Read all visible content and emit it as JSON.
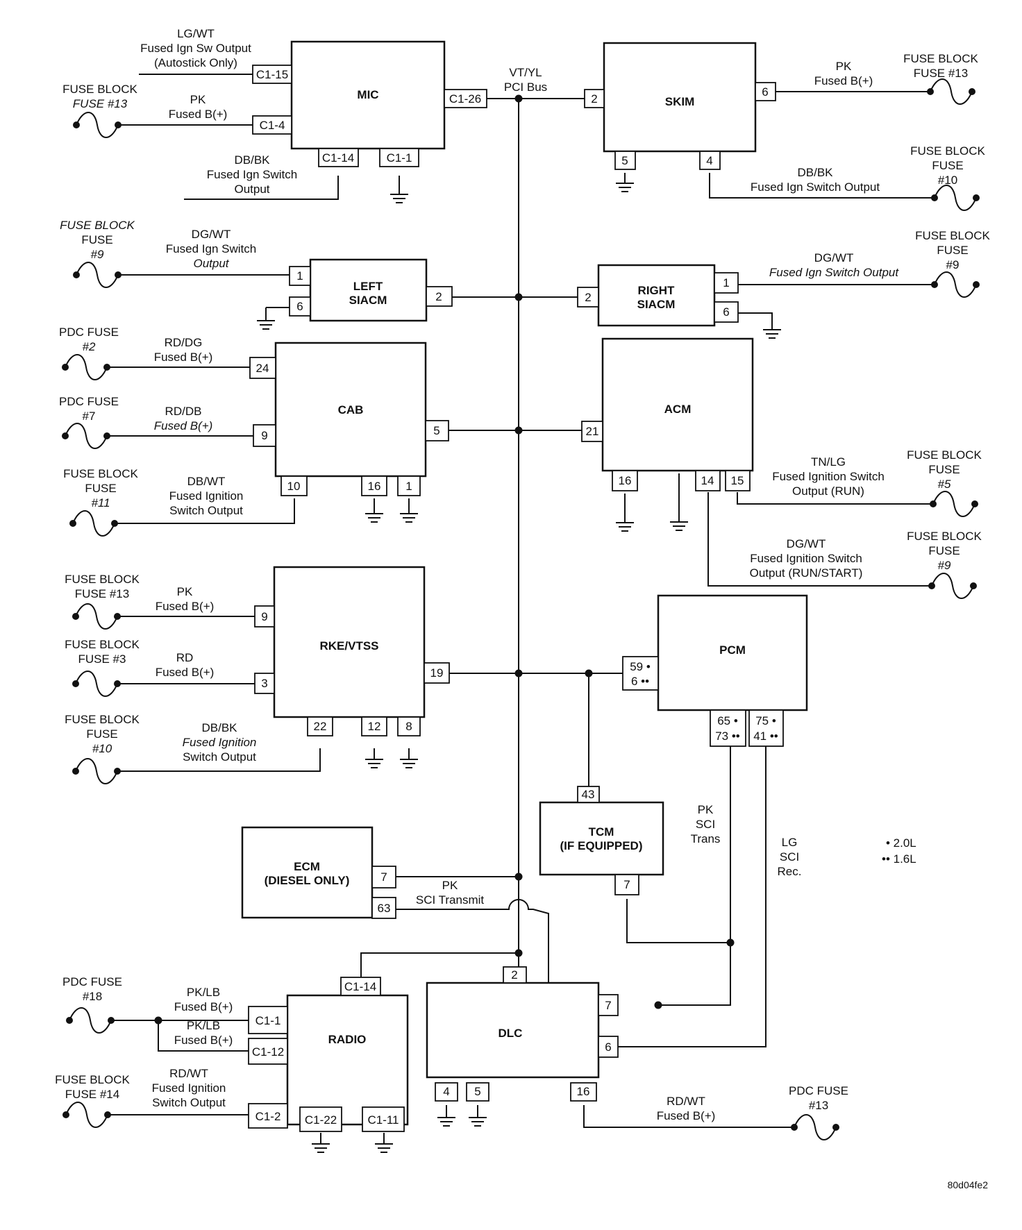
{
  "modules": {
    "mic": "MIC",
    "skim": "SKIM",
    "left_siacm": [
      "LEFT",
      "SIACM"
    ],
    "right_siacm": [
      "RIGHT",
      "SIACM"
    ],
    "cab": "CAB",
    "acm": "ACM",
    "rke": "RKE/VTSS",
    "pcm": "PCM",
    "tcm": [
      "TCM",
      "(IF EQUIPPED)"
    ],
    "ecm": [
      "ECM",
      "(DIESEL ONLY)"
    ],
    "radio": "RADIO",
    "dlc": "DLC"
  },
  "bus_label": [
    "VT/YL",
    "PCI Bus"
  ],
  "pins": {
    "mic": [
      "C1-15",
      "C1-4",
      "C1-26",
      "C1-14",
      "C1-1"
    ],
    "skim": [
      "2",
      "6",
      "5",
      "4"
    ],
    "left_siacm": [
      "1",
      "6",
      "2"
    ],
    "right_siacm": [
      "2",
      "1",
      "6"
    ],
    "cab": [
      "24",
      "9",
      "5",
      "10",
      "16",
      "1"
    ],
    "acm": [
      "21",
      "16",
      "14",
      "15"
    ],
    "rke": [
      "9",
      "3",
      "19",
      "22",
      "12",
      "8"
    ],
    "pcm": [
      "59 •",
      "6 ••",
      "65 •",
      "73 ••",
      "75 •",
      "41 ••"
    ],
    "tcm": [
      "43",
      "7"
    ],
    "ecm": [
      "7",
      "63"
    ],
    "radio": [
      "C1-14",
      "C1-1",
      "C1-12",
      "C1-2",
      "C1-22",
      "C1-11"
    ],
    "dlc": [
      "2",
      "7",
      "6",
      "4",
      "5",
      "16"
    ]
  },
  "wires": {
    "mic_c115": [
      "LG/WT",
      "Fused Ign Sw Output",
      "(Autostick Only)"
    ],
    "mic_c14": [
      "PK",
      "Fused B(+)"
    ],
    "mic_c114": [
      "DB/BK",
      "Fused Ign Switch",
      "Output"
    ],
    "skim_6": [
      "PK",
      "Fused B(+)"
    ],
    "skim_4": [
      "DB/BK",
      "Fused Ign Switch Output"
    ],
    "lsiacm_1": [
      "DG/WT",
      "Fused Ign Switch",
      "Output"
    ],
    "rsiacm_1": [
      "DG/WT",
      "Fused Ign Switch Output"
    ],
    "cab_24": [
      "RD/DG",
      "Fused B(+)"
    ],
    "cab_9": [
      "RD/DB",
      "Fused B(+)"
    ],
    "cab_10": [
      "DB/WT",
      "Fused Ignition",
      "Switch Output"
    ],
    "acm_15": [
      "TN/LG",
      "Fused Ignition Switch",
      "Output (RUN)"
    ],
    "acm_14": [
      "DG/WT",
      "Fused Ignition Switch",
      "Output (RUN/START)"
    ],
    "rke_9": [
      "PK",
      "Fused B(+)"
    ],
    "rke_3": [
      "RD",
      "Fused B(+)"
    ],
    "rke_22": [
      "DB/BK",
      "Fused Ignition",
      "Switch Output"
    ],
    "ecm_63": [
      "PK",
      "SCI Transmit"
    ],
    "pcm_trans": [
      "PK",
      "SCI",
      "Trans"
    ],
    "pcm_rec": [
      "LG",
      "SCI",
      "Rec."
    ],
    "radio_c11": [
      "PK/LB",
      "Fused B(+)"
    ],
    "radio_c112": [
      "PK/LB",
      "Fused B(+)"
    ],
    "radio_c12": [
      "RD/WT",
      "Fused Ignition",
      "Switch Output"
    ],
    "dlc_16": [
      "RD/WT",
      "Fused B(+)"
    ]
  },
  "fuses": {
    "mic_c14": [
      "FUSE BLOCK",
      "FUSE #13"
    ],
    "skim_6": [
      "FUSE BLOCK",
      "FUSE #13"
    ],
    "skim_4": [
      "FUSE BLOCK",
      "FUSE",
      "#10"
    ],
    "lsiacm_1": [
      "FUSE BLOCK",
      "FUSE",
      "#9"
    ],
    "rsiacm_1": [
      "FUSE BLOCK",
      "FUSE",
      "#9"
    ],
    "cab_24": [
      "PDC FUSE",
      "#2"
    ],
    "cab_9": [
      "PDC FUSE",
      "#7"
    ],
    "cab_10": [
      "FUSE BLOCK",
      "FUSE",
      "#11"
    ],
    "acm_15": [
      "FUSE BLOCK",
      "FUSE",
      "#5"
    ],
    "acm_14": [
      "FUSE BLOCK",
      "FUSE",
      "#9"
    ],
    "rke_9": [
      "FUSE BLOCK",
      "FUSE #13"
    ],
    "rke_3": [
      "FUSE BLOCK",
      "FUSE #3"
    ],
    "rke_22": [
      "FUSE BLOCK",
      "FUSE",
      "#10"
    ],
    "radio_c11": [
      "PDC FUSE",
      "#18"
    ],
    "radio_c12": [
      "FUSE BLOCK",
      "FUSE #14"
    ],
    "dlc_16": [
      "PDC FUSE",
      "#13"
    ]
  },
  "legend": {
    "single": "• 2.0L",
    "double": "•• 1.6L"
  },
  "figure_id": "80d04fe2"
}
